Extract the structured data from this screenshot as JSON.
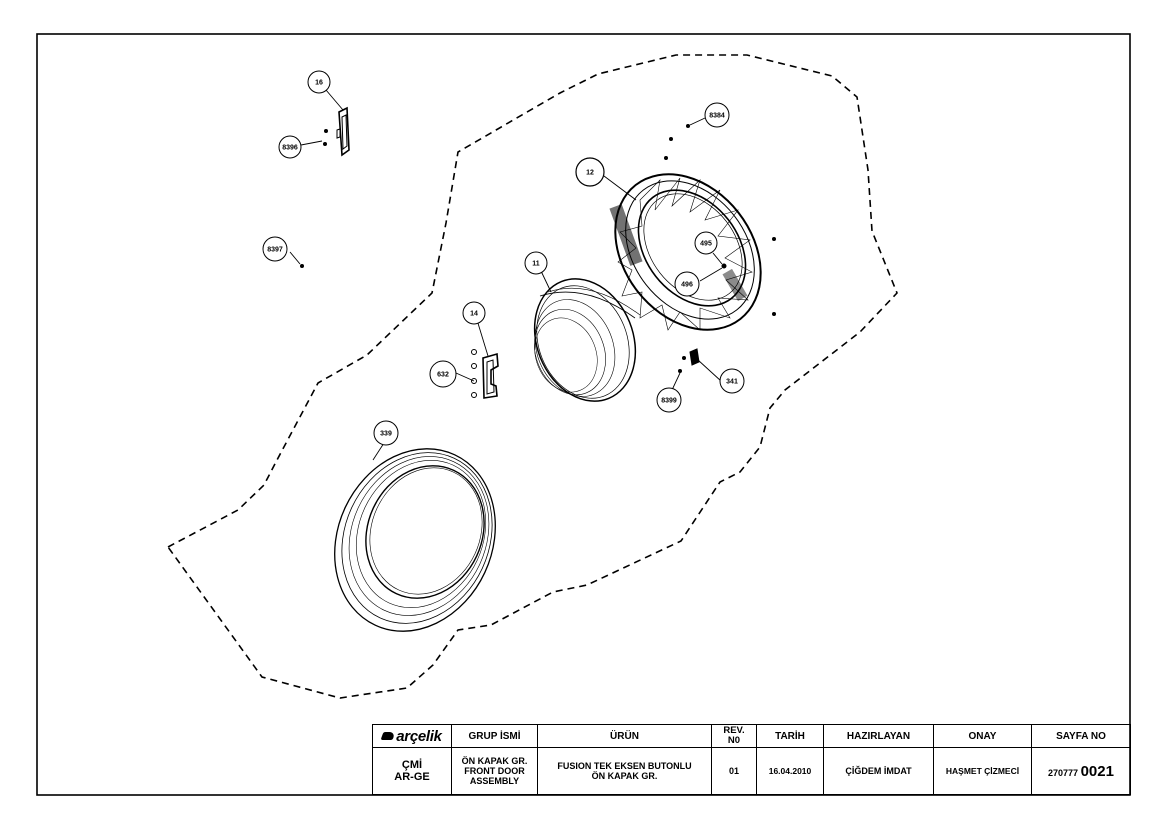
{
  "callouts": [
    {
      "id": "c16",
      "label": "16"
    },
    {
      "id": "c8396",
      "label": "8396"
    },
    {
      "id": "c8384",
      "label": "8384"
    },
    {
      "id": "c12",
      "label": "12"
    },
    {
      "id": "c8397",
      "label": "8397"
    },
    {
      "id": "c495",
      "label": "495"
    },
    {
      "id": "c496",
      "label": "496"
    },
    {
      "id": "c11",
      "label": "11"
    },
    {
      "id": "c14",
      "label": "14"
    },
    {
      "id": "c632",
      "label": "632"
    },
    {
      "id": "c341",
      "label": "341"
    },
    {
      "id": "c8399",
      "label": "8399"
    },
    {
      "id": "c339",
      "label": "339"
    }
  ],
  "title_block": {
    "logo": "arçelik",
    "group_header": "GRUP İSMİ",
    "product_header": "ÜRÜN",
    "rev_header_line1": "REV.",
    "rev_header_line2": "N0",
    "date_header": "TARİH",
    "prepared_header": "HAZIRLAYAN",
    "approved_header": "ONAY",
    "page_header": "SAYFA NO",
    "dept_line1": "ÇMİ",
    "dept_line2": "AR-GE",
    "group_line1": "ÖN KAPAK GR.",
    "group_line2": "FRONT DOOR",
    "group_line3": "ASSEMBLY",
    "product_line1": "FUSION TEK EKSEN BUTONLU",
    "product_line2": "ÖN KAPAK GR.",
    "rev": "01",
    "date": "16.04.2010",
    "prepared_by": "ÇİĞDEM İMDAT",
    "approved_by": "HAŞMET ÇİZMECİ",
    "page_no_prefix": "270777",
    "page_no_suffix": "0021"
  }
}
